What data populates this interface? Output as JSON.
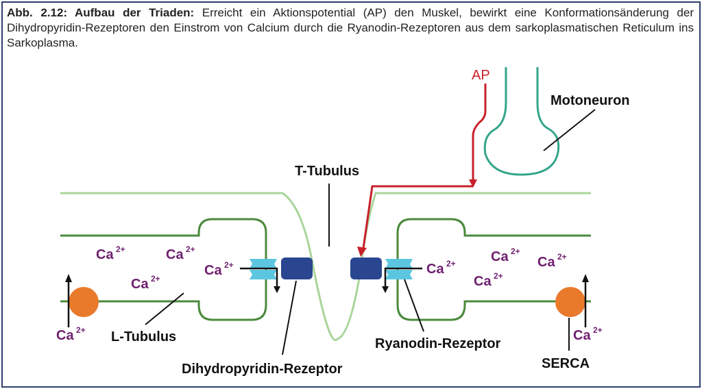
{
  "caption": {
    "label": "Abb. 2.12: Aufbau der Triaden:",
    "text": " Erreicht ein Aktionspotential (AP) den Muskel, bewirkt eine Konformationsänderung der Dihydropyridin-Rezeptoren den Einstrom von Calcium durch die Ryanodin-Rezeptoren aus dem sarkoplasmatischen Reticulum ins Sarkoplasma."
  },
  "labels": {
    "ap": "AP",
    "motoneuron": "Motoneuron",
    "t_tubulus": "T-Tubulus",
    "l_tubulus": "L-Tubulus",
    "dhp": "Dihydropyridin-Rezeptor",
    "ryanodin": "Ryanodin-Rezeptor",
    "serca": "SERCA"
  },
  "ion": {
    "base": "Ca",
    "charge": "2+"
  },
  "colors": {
    "membrane_light": "#a8d59a",
    "membrane_dark": "#4a8a3c",
    "motoneuron": "#33a58a",
    "ap_arrow": "#c8202a",
    "dhp_receptor": "#2a4690",
    "ryanodin_receptor": "#5cc6e0",
    "serca": "#e97a2c",
    "calcium": "#6e1f6e",
    "frame": "#2b3e6b"
  }
}
